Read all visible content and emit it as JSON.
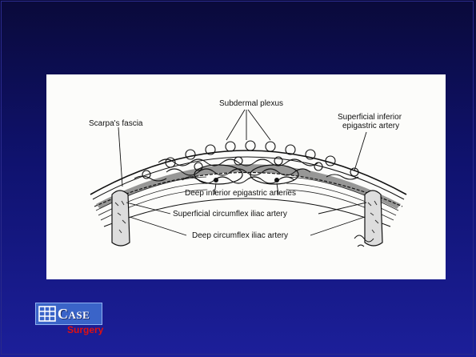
{
  "diagram": {
    "labels": {
      "subdermal_plexus": "Subdermal plexus",
      "scarpas_fascia": "Scarpa's fascia",
      "superficial_inferior_epigastric_line1": "Superficial inferior",
      "superficial_inferior_epigastric_line2": "epigastric artery",
      "deep_inferior_epigastric": "Deep inferior epigastric arteries",
      "superficial_circumflex_iliac": "Superficial circumflex iliac artery",
      "deep_circumflex_iliac": "Deep circumflex iliac artery"
    }
  },
  "logo": {
    "word": "Case",
    "subtitle": "Surgery",
    "icon": "building-grid-icon",
    "colors": {
      "box": "#3a64c8",
      "subtitle": "#e01010"
    }
  },
  "colors": {
    "background_top": "#0a0a3a",
    "background_bottom": "#1c1f9a",
    "panel": "#fcfcfa"
  }
}
